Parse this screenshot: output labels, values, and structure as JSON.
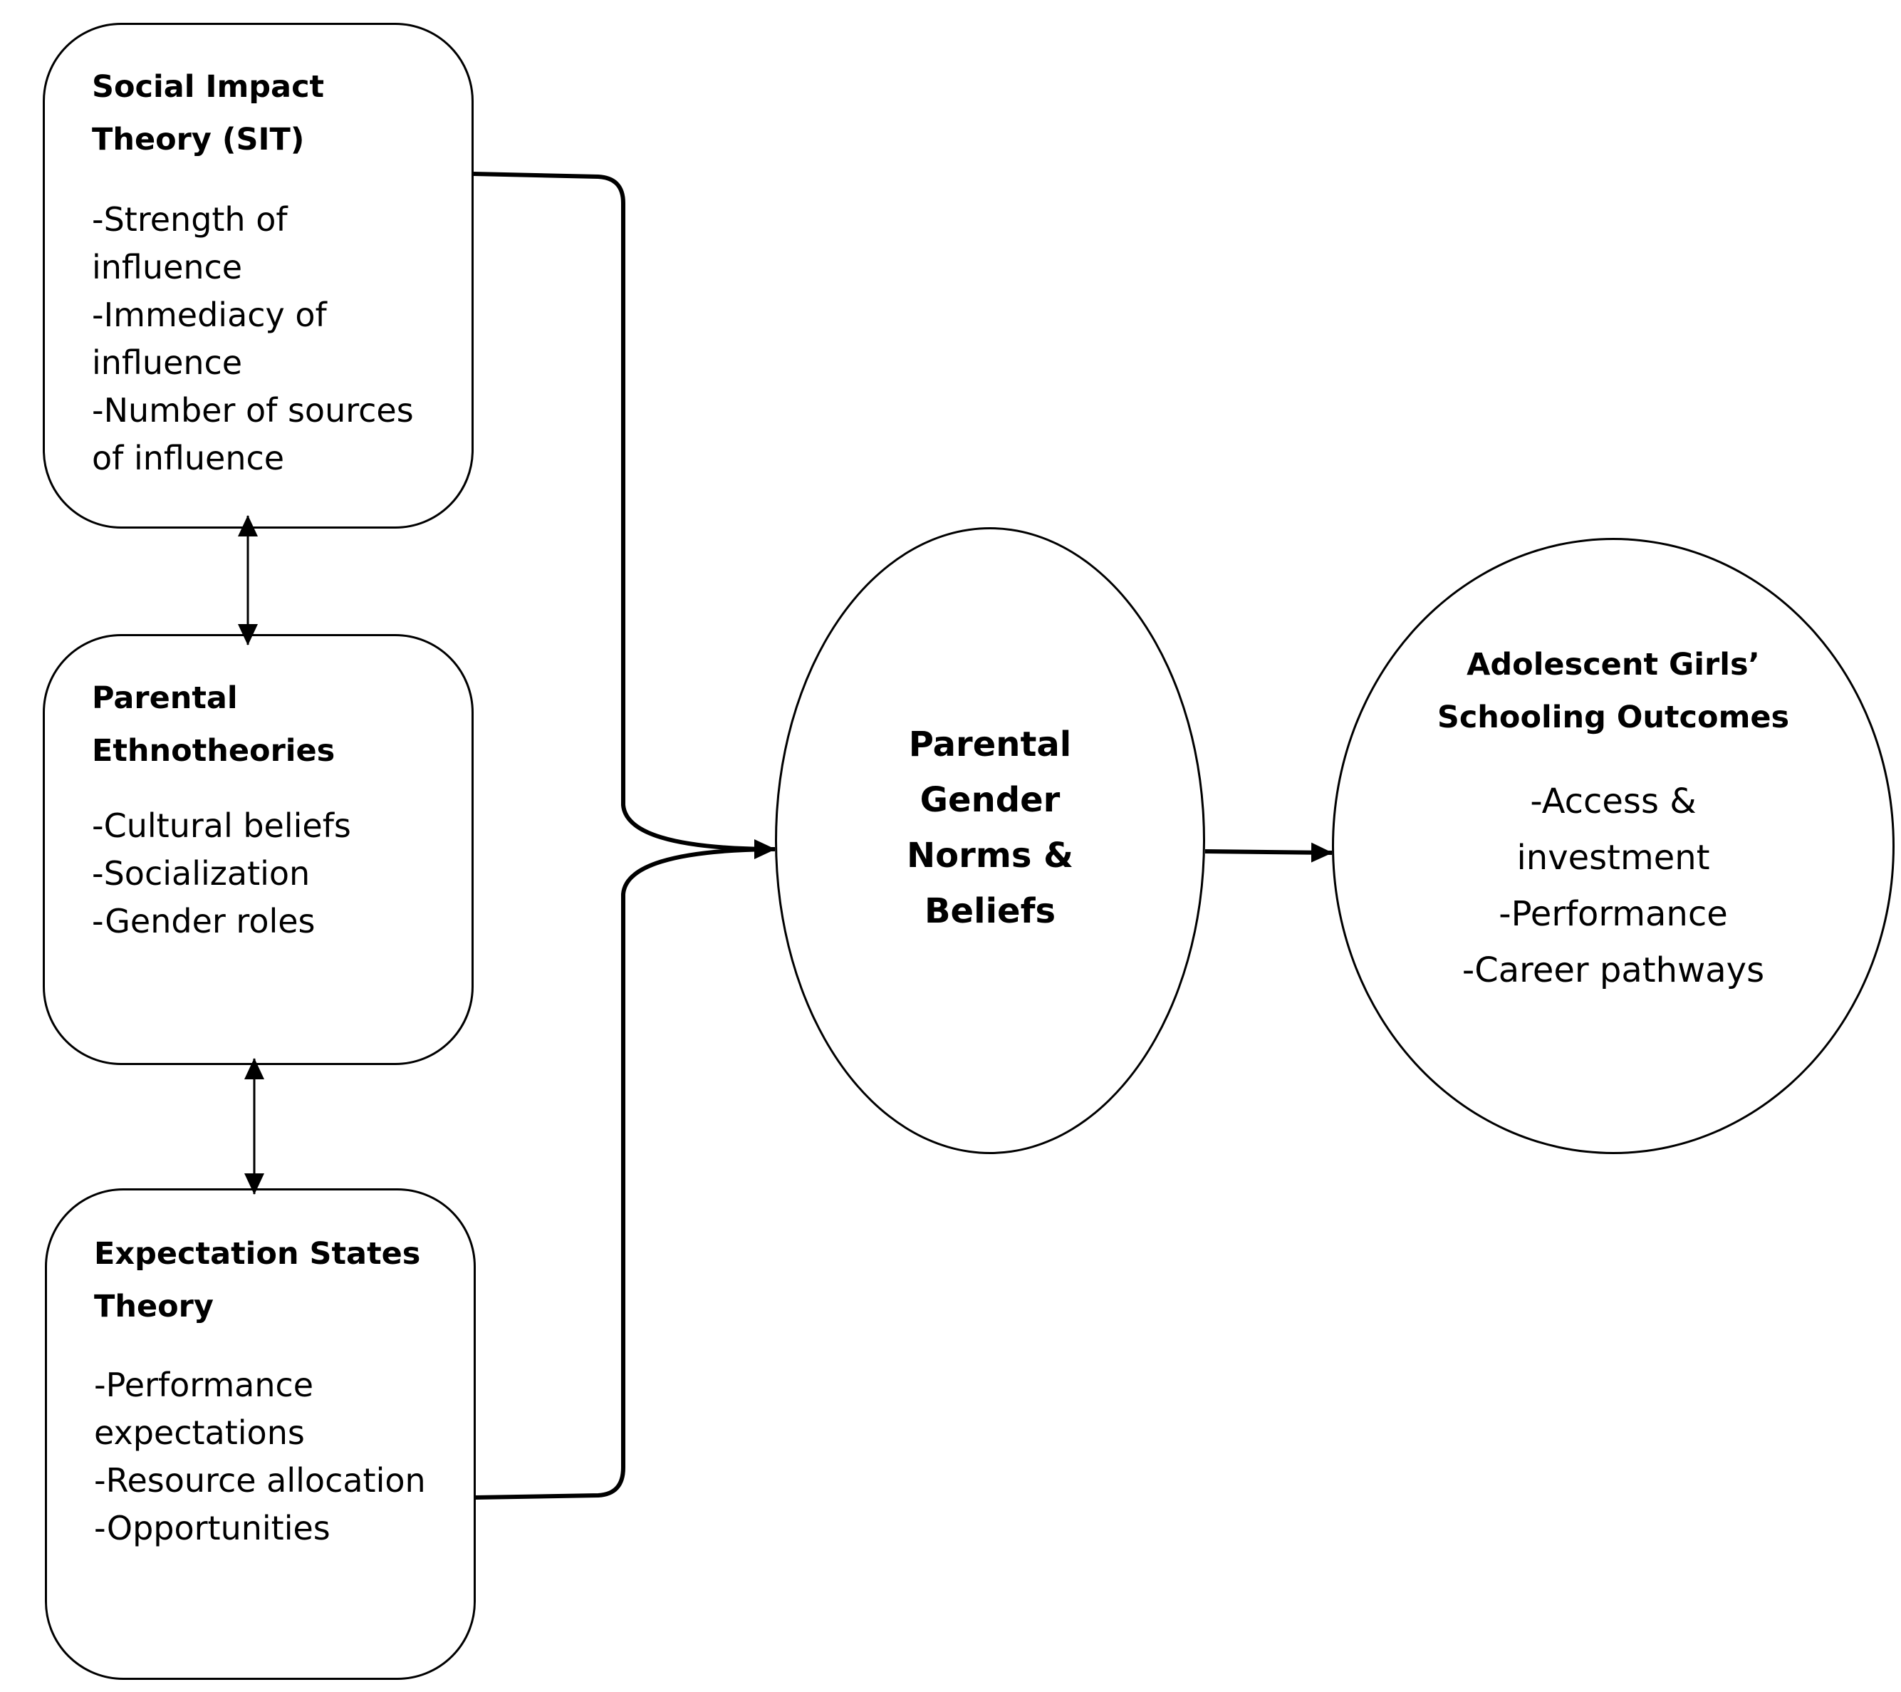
{
  "diagram": {
    "sources": [
      {
        "title": "Social Impact\nTheory (SIT)",
        "items": "-Strength of\ninfluence\n-Immediacy of\ninfluence\n-Number of sources\nof influence"
      },
      {
        "title": "Parental\nEthnotheories",
        "items": "-Cultural beliefs\n-Socialization\n-Gender roles"
      },
      {
        "title": "Expectation States\nTheory",
        "items": "-Performance\nexpectations\n-Resource allocation\n-Opportunities"
      }
    ],
    "mediator": {
      "title": "Parental\nGender\nNorms &\nBeliefs"
    },
    "outcome": {
      "title": "Adolescent Girls’\nSchooling Outcomes",
      "items": "-Access &\ninvestment\n-Performance\n-Career pathways"
    }
  }
}
